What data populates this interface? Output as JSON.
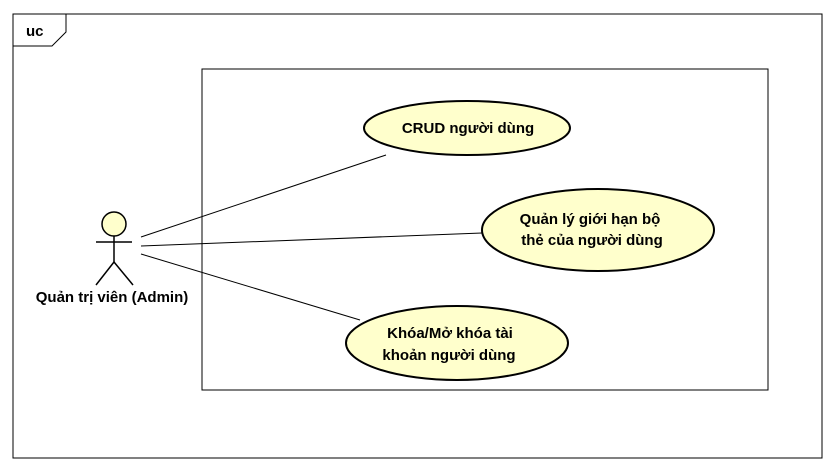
{
  "frame": {
    "tag": "uc"
  },
  "actor": {
    "name": "Quản trị viên (Admin)"
  },
  "use_cases": [
    {
      "id": "crud",
      "lines": [
        "CRUD người dùng"
      ]
    },
    {
      "id": "limit",
      "lines": [
        "Quản lý giới hạn bộ",
        "thẻ của người dùng"
      ]
    },
    {
      "id": "lock",
      "lines": [
        "Khóa/Mở khóa tài",
        "khoản người dùng"
      ]
    }
  ],
  "colors": {
    "use_case_fill": "#FFFFCC",
    "actor_head_fill": "#FFFFCC",
    "stroke": "#000000"
  }
}
